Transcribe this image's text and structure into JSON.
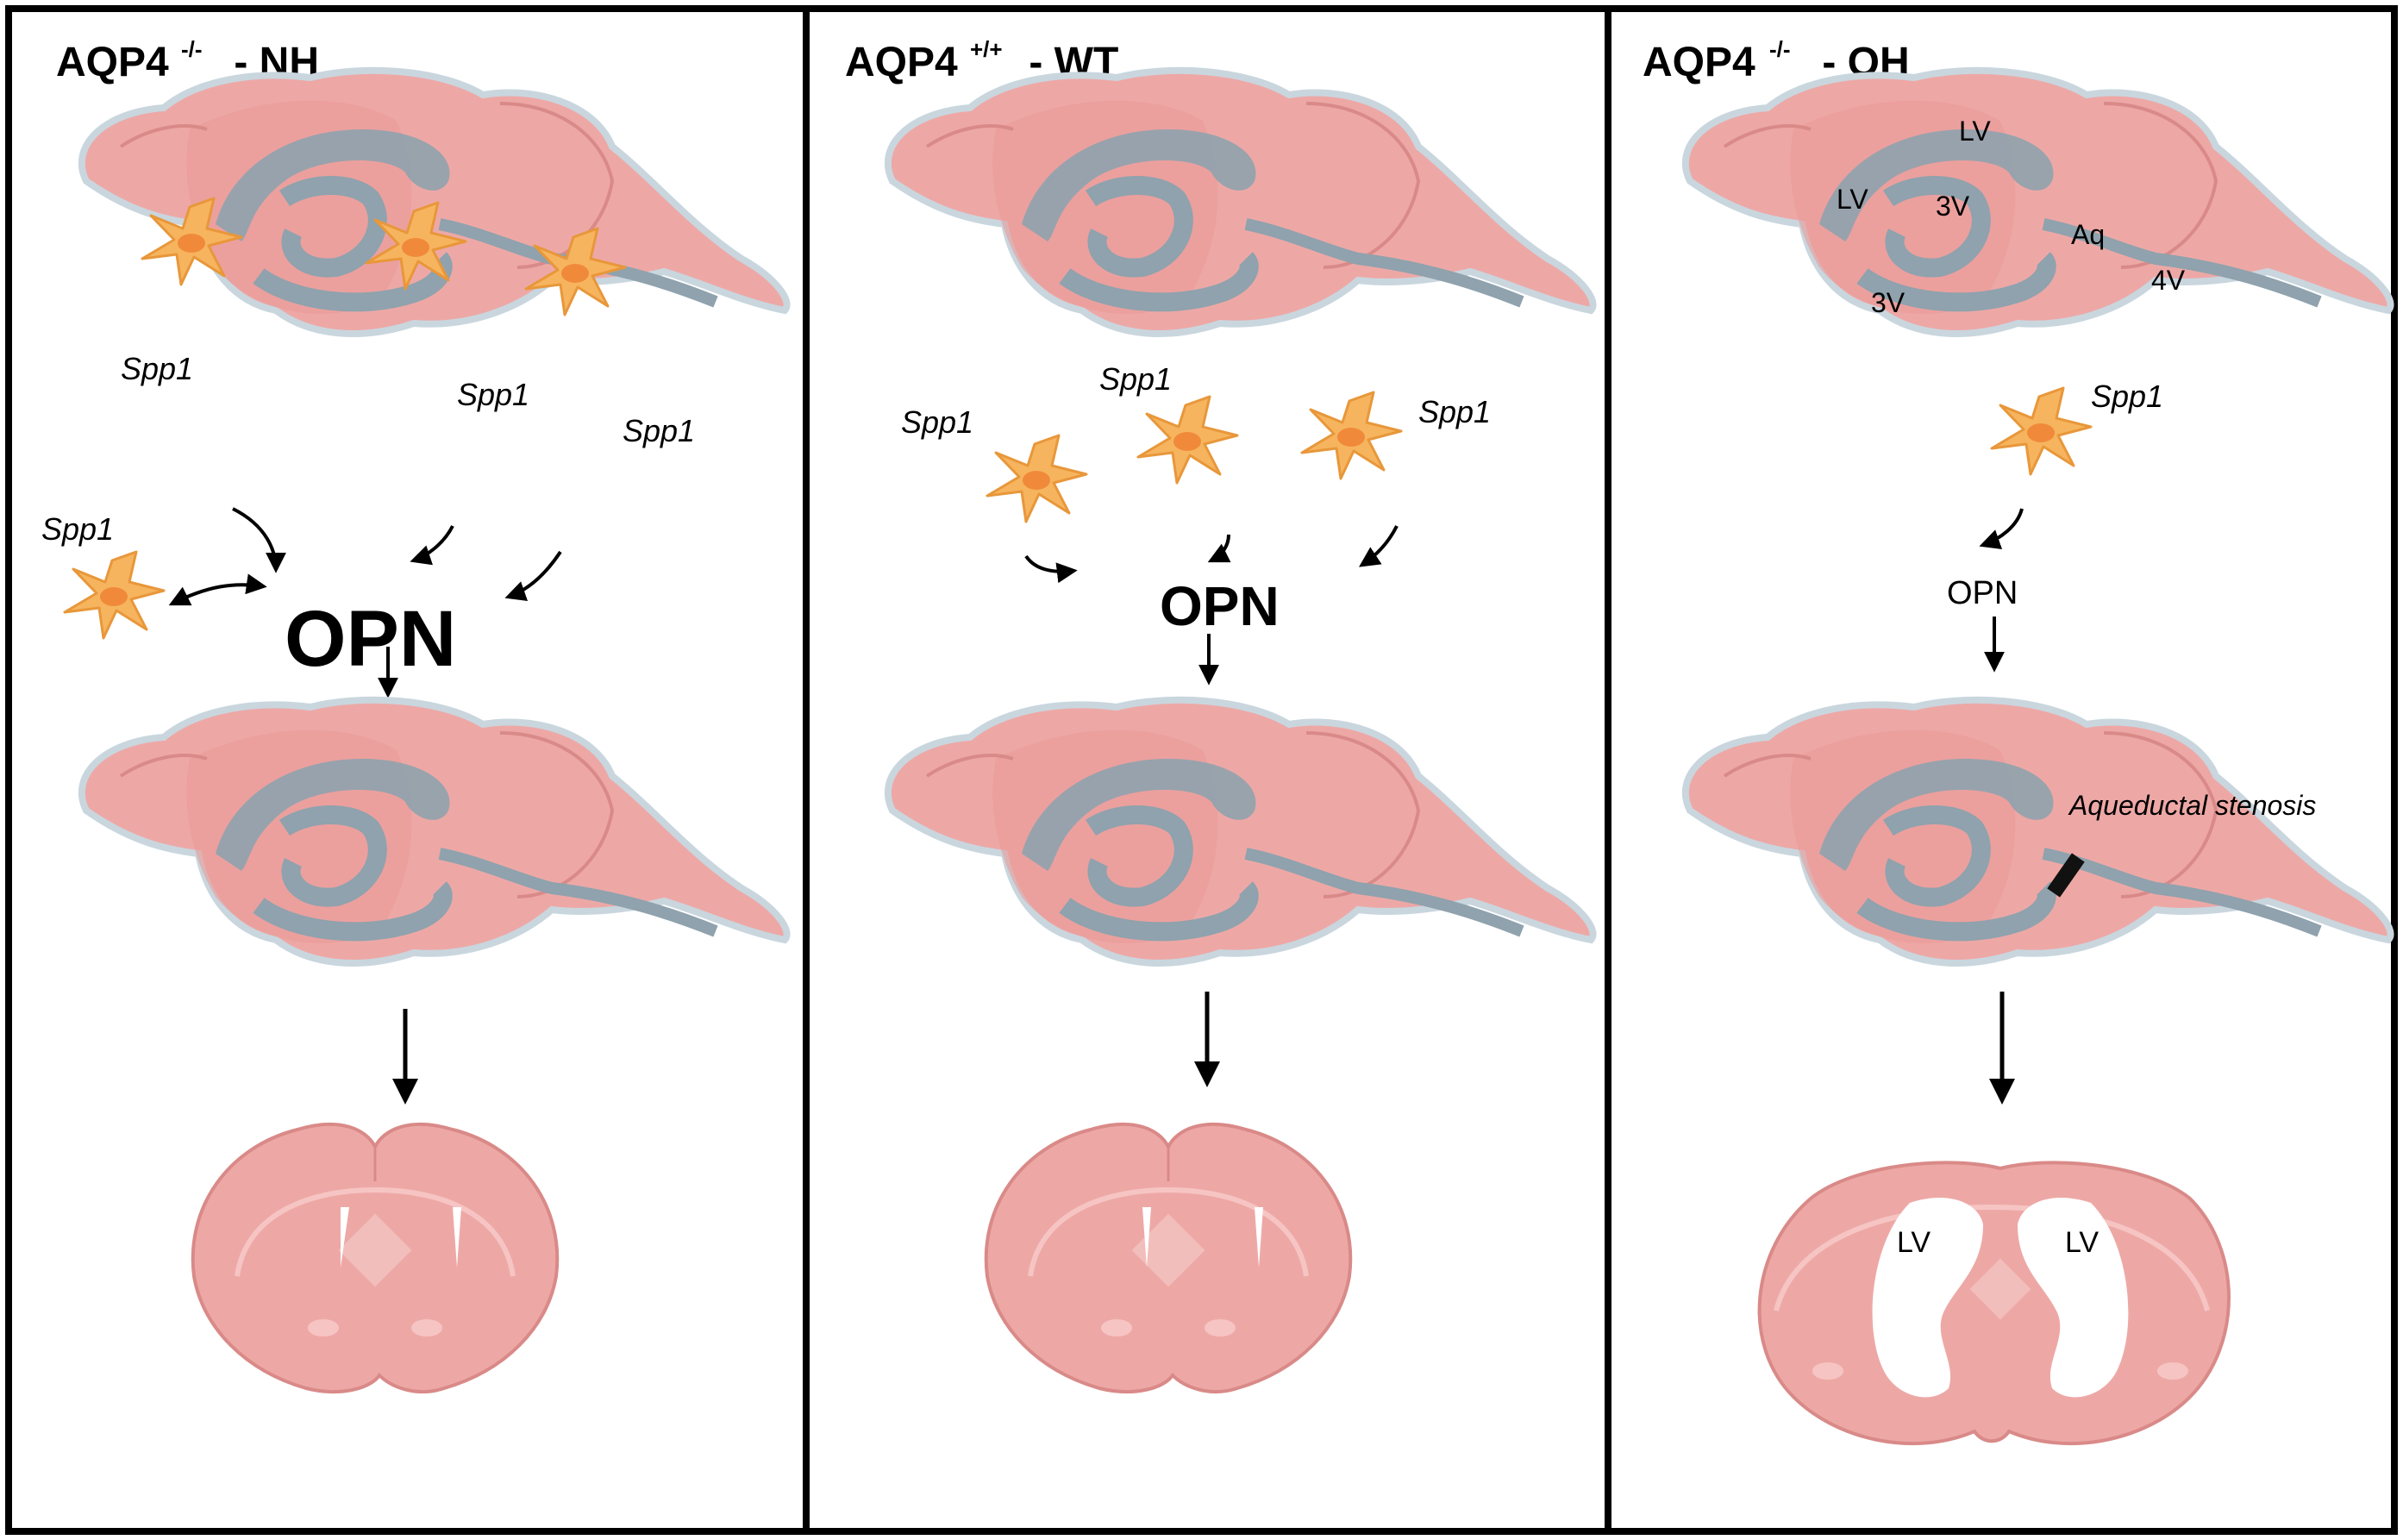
{
  "panels": [
    {
      "title_main": "AQP4",
      "title_sup": "-/-",
      "title_tail": " - NH",
      "gene_labels": [
        "Spp1",
        "Spp1",
        "Spp1",
        "Spp1"
      ],
      "protein": "OPN"
    },
    {
      "title_main": "AQP4",
      "title_sup": "+/+",
      "title_tail": " - WT",
      "gene_labels": [
        "Spp1",
        "Spp1",
        "Spp1"
      ],
      "protein": "OPN"
    },
    {
      "title_main": "AQP4",
      "title_sup": "-/-",
      "title_tail": " - OH",
      "gene_labels": [
        "Spp1"
      ],
      "protein": "OPN",
      "ventricle_labels": [
        "LV",
        "LV",
        "3V",
        "3V",
        "Aq",
        "4V"
      ],
      "stenosis_label": "Aqueductal stenosis",
      "coronal_labels": [
        "LV",
        "LV"
      ]
    }
  ],
  "colors": {
    "frame": "#000000",
    "brain": "#eda8a6",
    "brain_dark": "#d98a88",
    "brain_outline": "#c97876",
    "ventricle": "#8fa2ad",
    "cell": "#f6b45e",
    "cell_nucleus": "#f08a3a"
  }
}
